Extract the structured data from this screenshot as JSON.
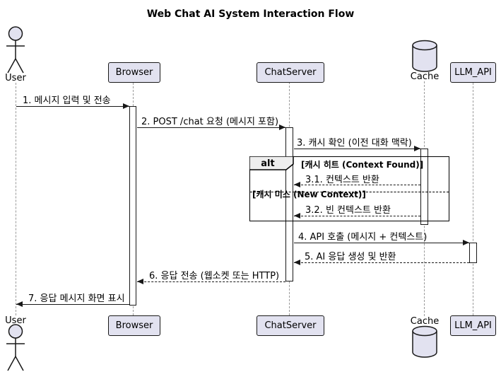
{
  "title": "Web Chat AI System Interaction Flow",
  "participants": {
    "user": {
      "label": "User",
      "type": "actor"
    },
    "browser": {
      "label": "Browser",
      "type": "participant"
    },
    "chatserver": {
      "label": "ChatServer",
      "type": "participant"
    },
    "cache": {
      "label": "Cache",
      "type": "database"
    },
    "llm_api": {
      "label": "LLM_API",
      "type": "participant"
    }
  },
  "messages": [
    {
      "label": "1. 메시지 입력 및 전송",
      "from": "User",
      "to": "Browser",
      "style": "solid"
    },
    {
      "label": "2. POST /chat 요청 (메시지 포함)",
      "from": "Browser",
      "to": "ChatServer",
      "style": "solid"
    },
    {
      "label": "3. 캐시 확인 (이전 대화 맥락)",
      "from": "ChatServer",
      "to": "Cache",
      "style": "solid"
    },
    {
      "label": "3.1. 컨텍스트 반환",
      "from": "Cache",
      "to": "ChatServer",
      "style": "dashed"
    },
    {
      "label": "3.2. 빈 컨텍스트 반환",
      "from": "Cache",
      "to": "ChatServer",
      "style": "dashed"
    },
    {
      "label": "4. API 호출 (메시지 + 컨텍스트)",
      "from": "ChatServer",
      "to": "LLM_API",
      "style": "solid"
    },
    {
      "label": "5. AI 응답 생성 및 반환",
      "from": "LLM_API",
      "to": "ChatServer",
      "style": "dashed"
    },
    {
      "label": "6. 응답 전송 (웹소켓 또는 HTTP)",
      "from": "ChatServer",
      "to": "Browser",
      "style": "dashed"
    },
    {
      "label": "7. 응답 메시지 화면 표시",
      "from": "Browser",
      "to": "User",
      "style": "solid"
    }
  ],
  "alt_frame": {
    "operator": "alt",
    "conditions": [
      "[캐시 히트 (Context Found)]",
      "[캐시 미스 (New Context)]"
    ]
  },
  "colors": {
    "participant_fill": "#E2E2F0",
    "participant_border": "#181818",
    "lifeline": "#999999",
    "arrow": "#181818",
    "frame_border": "#000000",
    "pentagon_fill": "#EEEEEE",
    "background": "#FFFFFF"
  }
}
